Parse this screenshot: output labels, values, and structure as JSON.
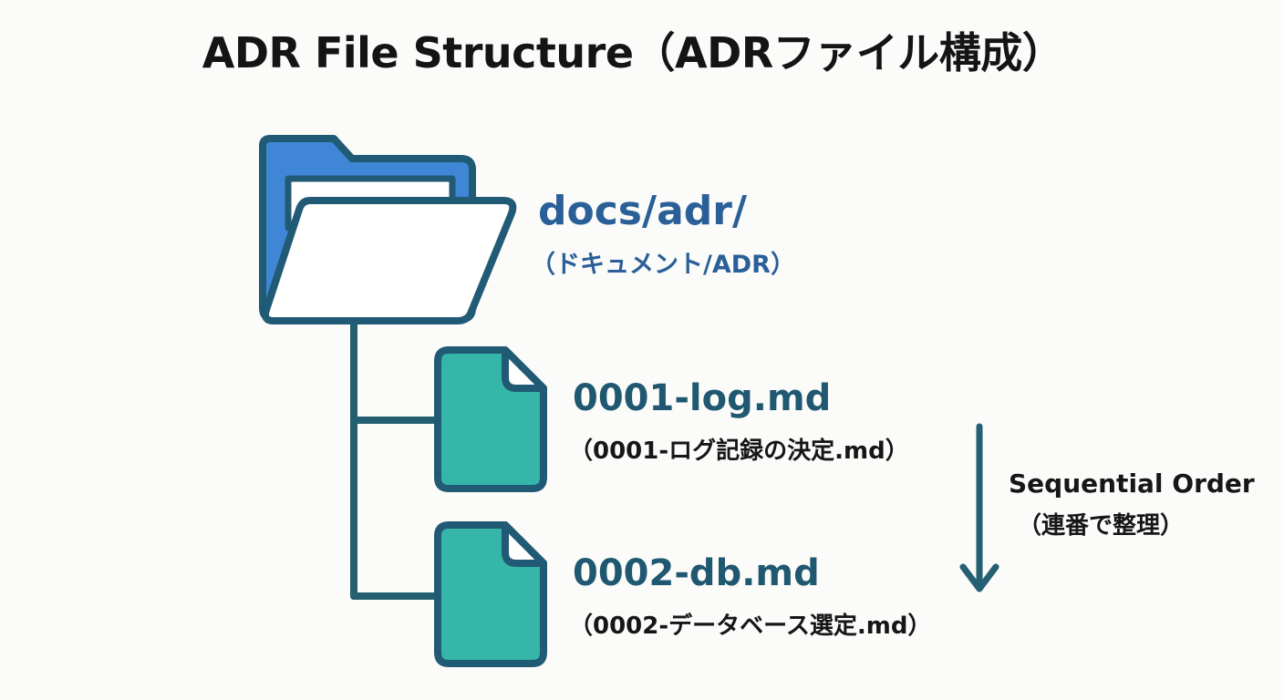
{
  "title": "ADR File Structure（ADRファイル構成）",
  "folder": {
    "name": "docs/adr/",
    "subtitle": "（ドキュメント/ADR）",
    "colors": {
      "fill": "#3f86d6",
      "outline": "#215a75",
      "paper": "#ffffff"
    }
  },
  "files": [
    {
      "name": "0001-log.md",
      "subtitle": "（0001-ログ記録の決定.md）"
    },
    {
      "name": "0002-db.md",
      "subtitle": "（0002-データベース選定.md）"
    }
  ],
  "file_colors": {
    "fill": "#35b6a8",
    "outline": "#215a75"
  },
  "order": {
    "label": "Sequential Order",
    "subtitle": "（連番で整理）",
    "arrow_color": "#255f72"
  }
}
